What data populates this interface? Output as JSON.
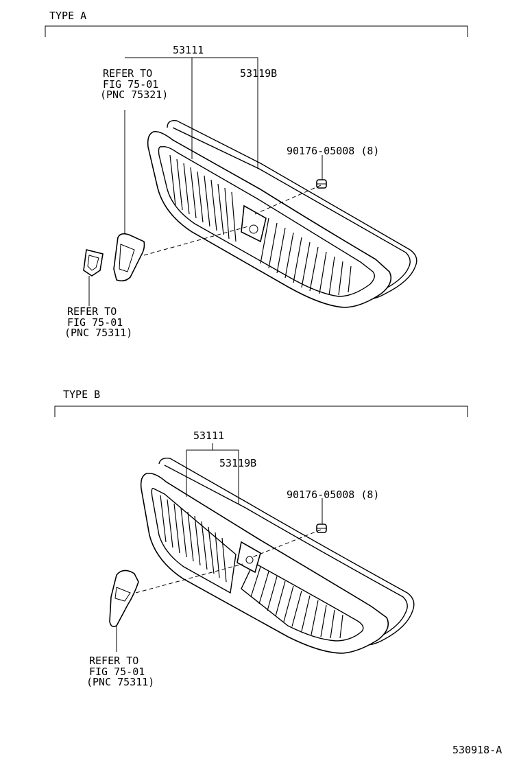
{
  "sections": {
    "type_a": {
      "title": "TYPE A",
      "part_grille": "53111",
      "part_seal": "53119B",
      "part_clip": "90176-05008 (8)",
      "ref_emblem": [
        "REFER TO",
        "FIG 75-01",
        "(PNC 75321)"
      ],
      "ref_badge": [
        "REFER TO",
        "FIG 75-01",
        "(PNC 75311)"
      ]
    },
    "type_b": {
      "title": "TYPE B",
      "part_grille": "53111",
      "part_seal": "53119B",
      "part_clip": "90176-05008 (8)",
      "ref_emblem": [
        "REFER TO",
        "FIG 75-01",
        "(PNC 75311)"
      ]
    }
  },
  "figure_code": "530918-A"
}
